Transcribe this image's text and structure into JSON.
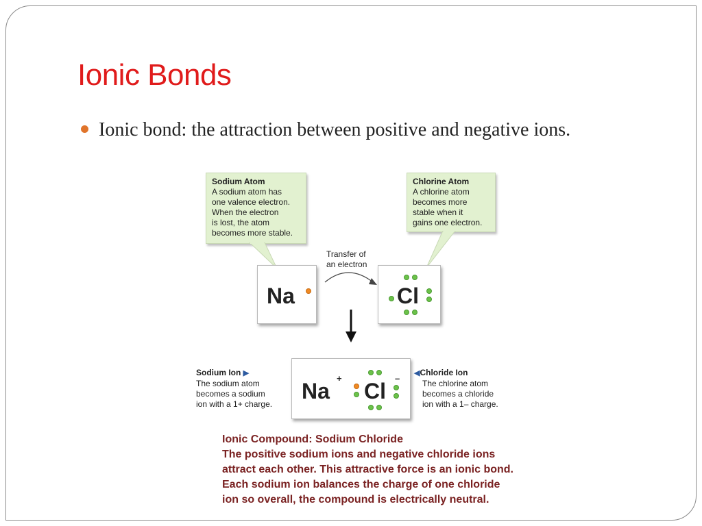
{
  "slide": {
    "title": "Ionic Bonds",
    "bullet": "Ionic bond: the attraction between positive and negative ions."
  },
  "diagram": {
    "sodium_atom_callout": {
      "title": "Sodium Atom",
      "lines": [
        "A sodium atom has",
        "one valence electron.",
        "When the electron",
        "is lost, the atom",
        "becomes more stable."
      ]
    },
    "chlorine_atom_callout": {
      "title": "Chlorine Atom",
      "lines": [
        "A chlorine atom",
        "becomes more",
        "stable when it",
        "gains one electron."
      ]
    },
    "transfer_label": [
      "Transfer of",
      "an electron"
    ],
    "na_symbol": "Na",
    "cl_symbol": "Cl",
    "ion_plus": "+",
    "ion_minus": "–",
    "sodium_ion_label": {
      "title": "Sodium Ion",
      "lines": [
        "The sodium atom",
        "becomes a sodium",
        "ion with a 1+ charge."
      ]
    },
    "chloride_ion_label": {
      "title": "Chloride Ion",
      "lines": [
        "The chlorine atom",
        "becomes a chloride",
        "ion with a 1– charge."
      ]
    },
    "compound": {
      "title": "Ionic Compound: Sodium Chloride",
      "lines": [
        "The positive sodium ions and negative chloride ions",
        "attract each other. This attractive force is an ionic bond.",
        "Each sodium ion balances the charge of one chloride",
        "ion so overall, the compound is electrically neutral."
      ]
    },
    "colors": {
      "title_red": "#e01b1b",
      "bullet_orange": "#e0742b",
      "callout_green": "#e2f1d0",
      "electron_green": "#6cc24a",
      "electron_orange": "#f08a24",
      "compound_text": "#7a2222",
      "pointer_blue": "#2c5aa0"
    }
  }
}
